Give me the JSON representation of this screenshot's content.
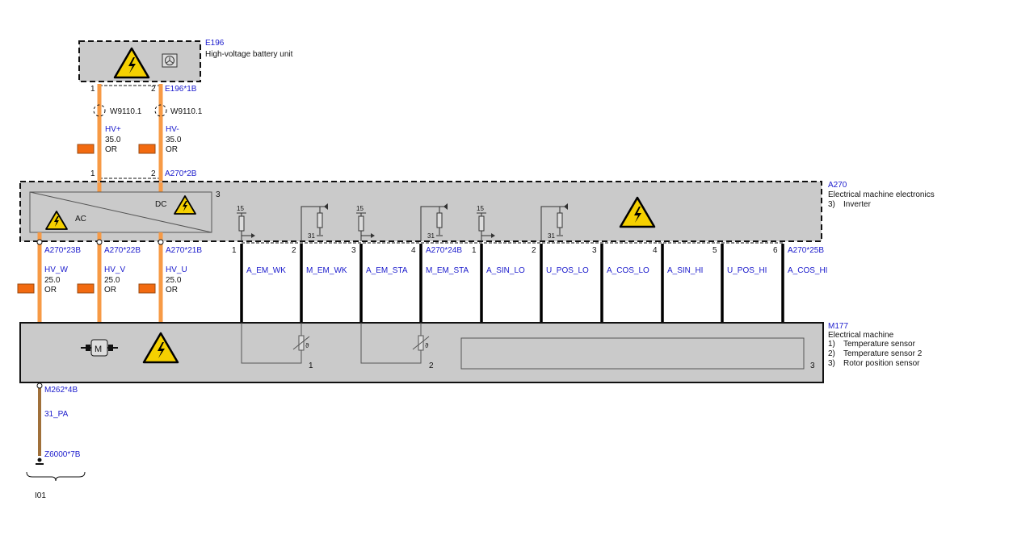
{
  "e196": {
    "id": "E196",
    "name": "High-voltage battery unit",
    "connector": "E196*1B",
    "pins": [
      "1",
      "2"
    ]
  },
  "hv_dc_wires": [
    {
      "name": "HV+",
      "size": "35.0",
      "color": "OR",
      "shield": "W9110.1"
    },
    {
      "name": "HV-",
      "size": "35.0",
      "color": "OR",
      "shield": "W9110.1"
    }
  ],
  "a270": {
    "id": "A270",
    "name": "Electrical machine electronics",
    "note_num": "3)",
    "note": "Inverter",
    "dc_connector": "A270*2B",
    "dc_pins": [
      "1",
      "2"
    ],
    "inverter_ac": "AC",
    "inverter_dc": "DC",
    "inverter_num": "3",
    "ac_connectors": [
      "A270*23B",
      "A270*22B",
      "A270*21B"
    ],
    "connector_24b": "A270*24B",
    "connector_25b": "A270*25B",
    "supply_label": "15",
    "ground_label": "31"
  },
  "hv_ac_wires": [
    {
      "name": "HV_W",
      "size": "25.0",
      "color": "OR"
    },
    {
      "name": "HV_V",
      "size": "25.0",
      "color": "OR"
    },
    {
      "name": "HV_U",
      "size": "25.0",
      "color": "OR"
    }
  ],
  "signals": [
    {
      "pin": "1",
      "name": "A_EM_WK"
    },
    {
      "pin": "2",
      "name": "M_EM_WK"
    },
    {
      "pin": "3",
      "name": "A_EM_STA"
    },
    {
      "pin": "4",
      "name": "M_EM_STA"
    },
    {
      "pin": "1",
      "name": "A_SIN_LO"
    },
    {
      "pin": "2",
      "name": "U_POS_LO"
    },
    {
      "pin": "3",
      "name": "A_COS_LO"
    },
    {
      "pin": "4",
      "name": "A_SIN_HI"
    },
    {
      "pin": "5",
      "name": "U_POS_HI"
    },
    {
      "pin": "6",
      "name": "A_COS_HI"
    }
  ],
  "m177": {
    "id": "M177",
    "name": "Electrical machine",
    "notes": [
      {
        "num": "1)",
        "text": "Temperature sensor"
      },
      {
        "num": "2)",
        "text": "Temperature sensor 2"
      },
      {
        "num": "3)",
        "text": "Rotor position sensor"
      }
    ],
    "sub_nums": [
      "1",
      "2",
      "3"
    ],
    "theta": "ϑ"
  },
  "ground": {
    "connector_top": "M262*4B",
    "wire": "31_PA",
    "connector_bottom": "Z6000*7B",
    "group": "I01"
  },
  "colors": {
    "hv_wire": "#f79a45",
    "ground_wire": "#a0703a",
    "label": "#1a1acc",
    "box": "#cacaca"
  }
}
